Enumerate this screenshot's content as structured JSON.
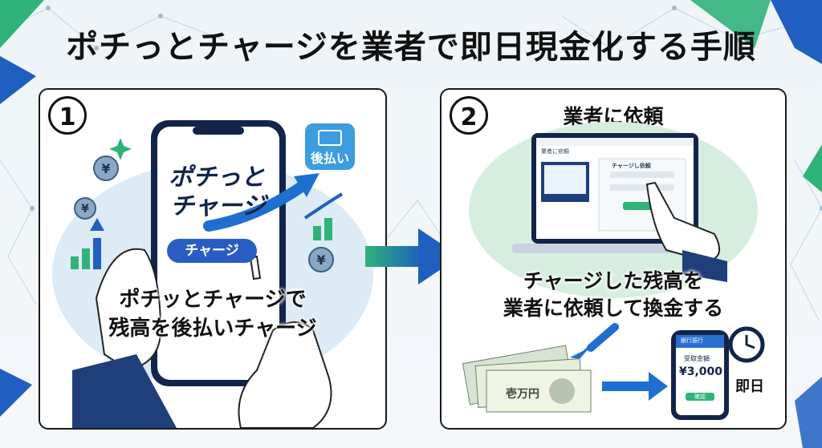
{
  "title": "ポチっとチャージを業者で即日現金化する手順",
  "step1": {
    "number": "1",
    "logo_line1": "ポチっと",
    "logo_line2": "チャージ",
    "charge_button": "チャージ",
    "app_label": "後払い",
    "caption_line1": "ポチッとチャージで",
    "caption_line2": "残高を後払いチャージ"
  },
  "step2": {
    "number": "2",
    "heading": "業者に依頼",
    "site_header": "業者に依頼",
    "form_title": "チャージし依頼",
    "caption_line1": "チャージした残高を",
    "caption_line2": "業者に依頼して換金する",
    "phone_header": "銀行振行",
    "phone_label": "受取金額",
    "amount": "¥3,000",
    "phone_button": "確認",
    "same_day": "即日"
  },
  "colors": {
    "accent_green": "#2fb37a",
    "accent_blue": "#1f5fbf",
    "navy": "#10244a"
  }
}
